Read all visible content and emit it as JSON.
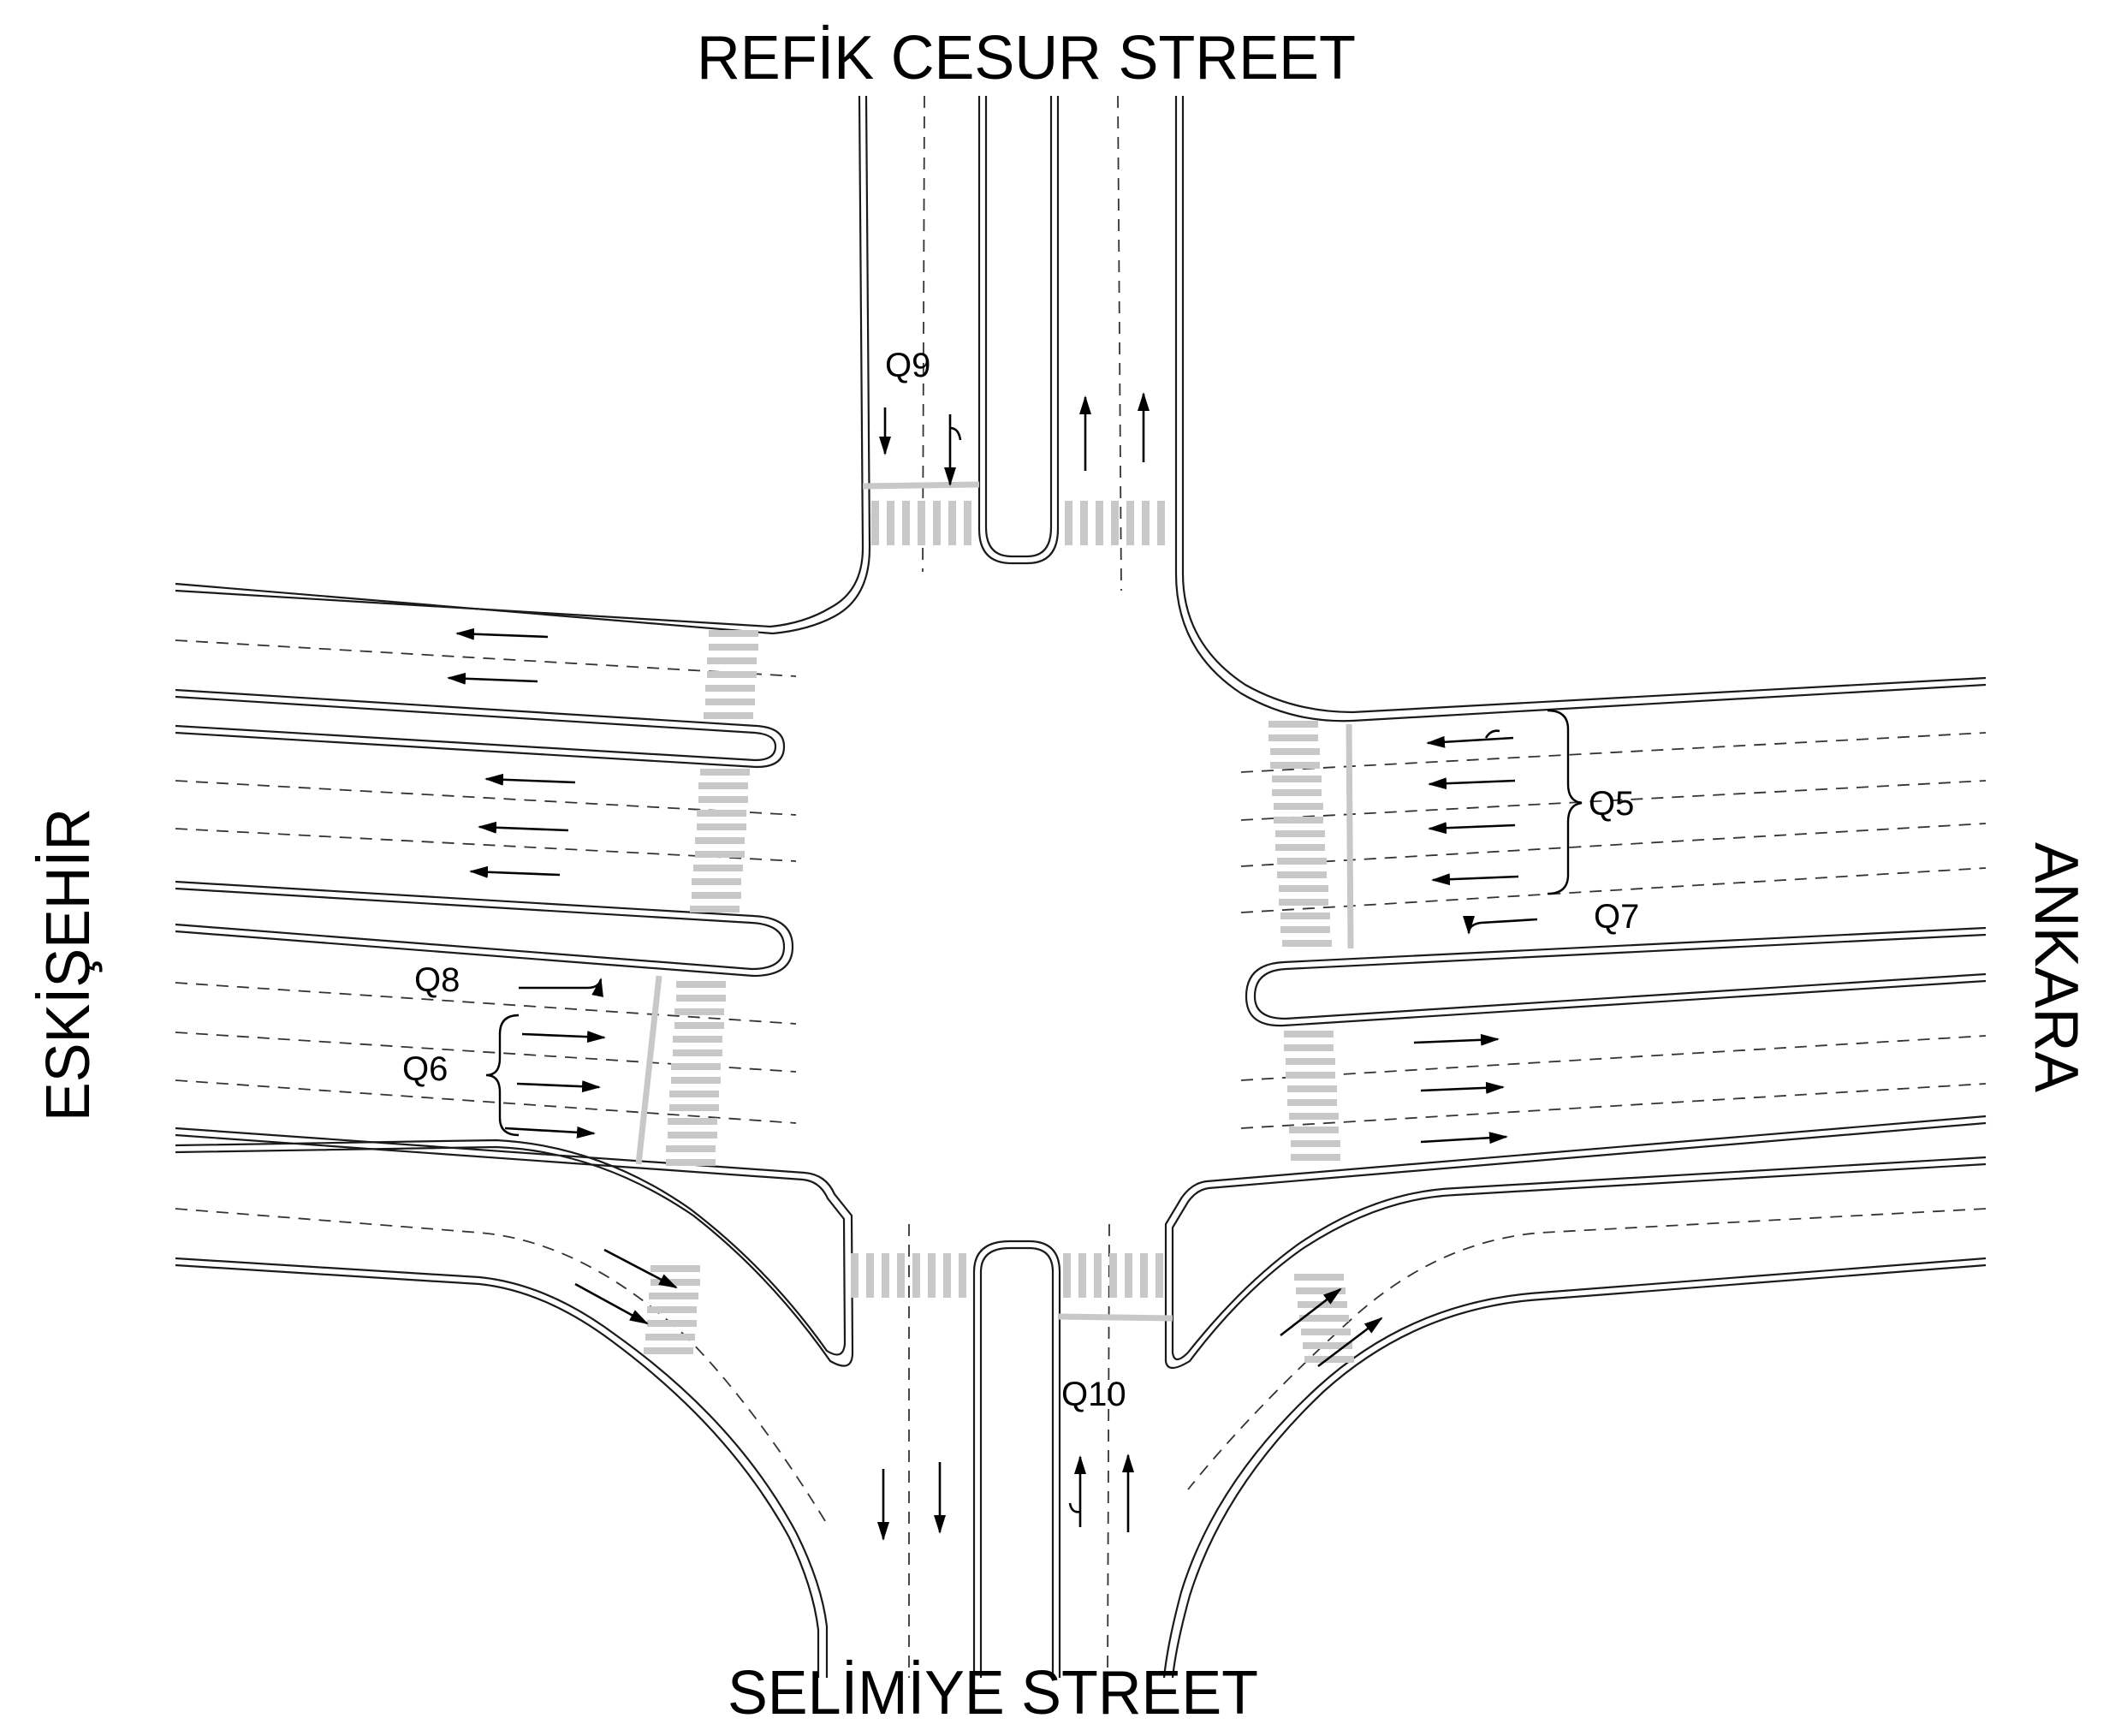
{
  "streets": {
    "north": "REFİK CESUR STREET",
    "south": "SELİMİYE STREET",
    "west": "ESKİŞEHİR",
    "east": "ANKARA"
  },
  "queues": {
    "q5": "Q5",
    "q6": "Q6",
    "q7": "Q7",
    "q8": "Q8",
    "q9": "Q9",
    "q10": "Q10"
  }
}
